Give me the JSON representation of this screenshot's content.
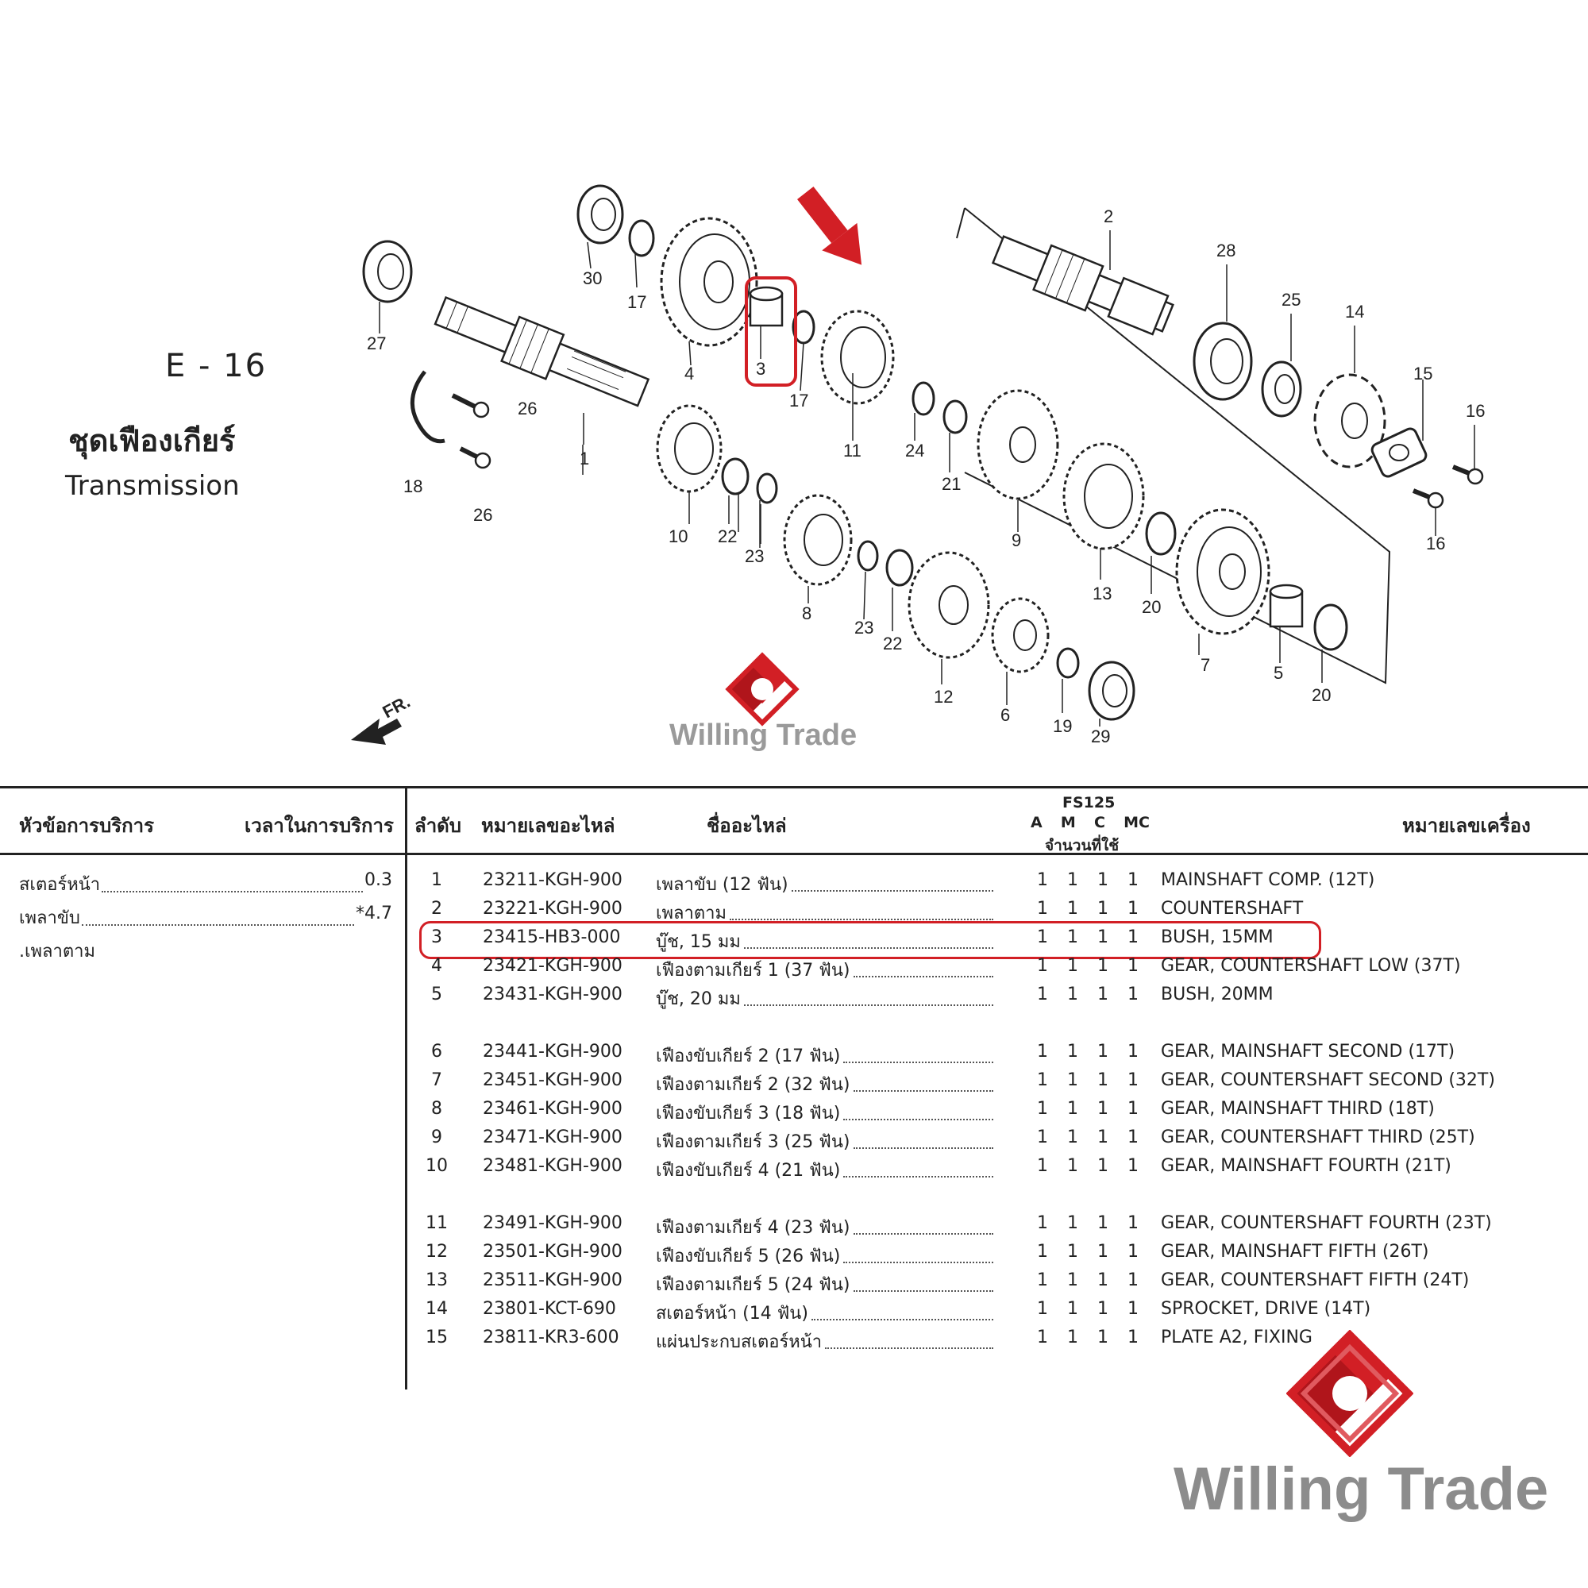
{
  "header": {
    "code": "E - 16",
    "title_th": "ชุดเฟืองเกียร์",
    "title_en": "Transmission"
  },
  "diagram": {
    "callouts": [
      "1",
      "2",
      "3",
      "4",
      "5",
      "6",
      "7",
      "8",
      "9",
      "10",
      "11",
      "12",
      "13",
      "14",
      "15",
      "16",
      "16",
      "17",
      "17",
      "18",
      "19",
      "20",
      "20",
      "21",
      "22",
      "22",
      "23",
      "23",
      "24",
      "25",
      "26",
      "26",
      "27",
      "28",
      "29",
      "30"
    ],
    "front_label": "FR.",
    "highlighted_part": "3"
  },
  "table": {
    "headers": {
      "service_item": "หัวข้อการบริการ",
      "service_time": "เวลาในการบริการ",
      "seq": "ลำดับ",
      "part_no": "หมายเลขอะไหล่",
      "part_name": "ชื่ออะไหล่",
      "model": "FS125",
      "types": [
        "A",
        "M",
        "C",
        "MC"
      ],
      "qty": "จำนวนที่ใช้",
      "engine_no": "หมายเลขเครื่อง"
    },
    "service_items": [
      {
        "label": "สเตอร์หน้า",
        "time": "0.3"
      },
      {
        "label": "เพลาขับ",
        "time": "*4.7"
      },
      {
        "label": ".เพลาตาม",
        "time": ""
      }
    ],
    "rows": [
      {
        "no": "1",
        "part": "23211-KGH-900",
        "name_th": "เพลาขับ (12 ฟัน)",
        "q": [
          "1",
          "1",
          "1",
          "1"
        ],
        "name_en": "MAINSHAFT COMP. (12T)"
      },
      {
        "no": "2",
        "part": "23221-KGH-900",
        "name_th": "เพลาตาม",
        "q": [
          "1",
          "1",
          "1",
          "1"
        ],
        "name_en": "COUNTERSHAFT"
      },
      {
        "no": "3",
        "part": "23415-HB3-000",
        "name_th": "บู๊ช, 15 มม",
        "q": [
          "1",
          "1",
          "1",
          "1"
        ],
        "name_en": "BUSH, 15MM"
      },
      {
        "no": "4",
        "part": "23421-KGH-900",
        "name_th": "เฟืองตามเกียร์ 1 (37 ฟัน)",
        "q": [
          "1",
          "1",
          "1",
          "1"
        ],
        "name_en": "GEAR, COUNTERSHAFT LOW (37T)"
      },
      {
        "no": "5",
        "part": "23431-KGH-900",
        "name_th": "บู๊ช, 20 มม",
        "q": [
          "1",
          "1",
          "1",
          "1"
        ],
        "name_en": "BUSH, 20MM"
      },
      {
        "no": "6",
        "part": "23441-KGH-900",
        "name_th": "เฟืองขับเกียร์ 2 (17 ฟัน)",
        "q": [
          "1",
          "1",
          "1",
          "1"
        ],
        "name_en": "GEAR, MAINSHAFT SECOND (17T)"
      },
      {
        "no": "7",
        "part": "23451-KGH-900",
        "name_th": "เฟืองตามเกียร์ 2 (32 ฟัน)",
        "q": [
          "1",
          "1",
          "1",
          "1"
        ],
        "name_en": "GEAR, COUNTERSHAFT SECOND (32T)"
      },
      {
        "no": "8",
        "part": "23461-KGH-900",
        "name_th": "เฟืองขับเกียร์ 3 (18 ฟัน)",
        "q": [
          "1",
          "1",
          "1",
          "1"
        ],
        "name_en": "GEAR, MAINSHAFT THIRD (18T)"
      },
      {
        "no": "9",
        "part": "23471-KGH-900",
        "name_th": "เฟืองตามเกียร์ 3 (25 ฟัน)",
        "q": [
          "1",
          "1",
          "1",
          "1"
        ],
        "name_en": "GEAR, COUNTERSHAFT THIRD (25T)"
      },
      {
        "no": "10",
        "part": "23481-KGH-900",
        "name_th": "เฟืองขับเกียร์ 4 (21 ฟัน)",
        "q": [
          "1",
          "1",
          "1",
          "1"
        ],
        "name_en": "GEAR, MAINSHAFT FOURTH (21T)"
      },
      {
        "no": "11",
        "part": "23491-KGH-900",
        "name_th": "เฟืองตามเกียร์ 4 (23 ฟัน)",
        "q": [
          "1",
          "1",
          "1",
          "1"
        ],
        "name_en": "GEAR, COUNTERSHAFT FOURTH (23T)"
      },
      {
        "no": "12",
        "part": "23501-KGH-900",
        "name_th": "เฟืองขับเกียร์ 5 (26 ฟัน)",
        "q": [
          "1",
          "1",
          "1",
          "1"
        ],
        "name_en": "GEAR, MAINSHAFT FIFTH (26T)"
      },
      {
        "no": "13",
        "part": "23511-KGH-900",
        "name_th": "เฟืองตามเกียร์ 5 (24 ฟัน)",
        "q": [
          "1",
          "1",
          "1",
          "1"
        ],
        "name_en": "GEAR, COUNTERSHAFT FIFTH (24T)"
      },
      {
        "no": "14",
        "part": "23801-KCT-690",
        "name_th": "สเตอร์หน้า (14 ฟัน)",
        "q": [
          "1",
          "1",
          "1",
          "1"
        ],
        "name_en": "SPROCKET, DRIVE (14T)"
      },
      {
        "no": "15",
        "part": "23811-KR3-600",
        "name_th": "แผ่นประกบสเตอร์หน้า",
        "q": [
          "1",
          "1",
          "1",
          "1"
        ],
        "name_en": "PLATE A2, FIXING"
      }
    ]
  },
  "watermark": {
    "text": "Willing Trade",
    "color": "#d21f25"
  },
  "colors": {
    "highlight": "#d21f25",
    "ink": "#222222"
  }
}
